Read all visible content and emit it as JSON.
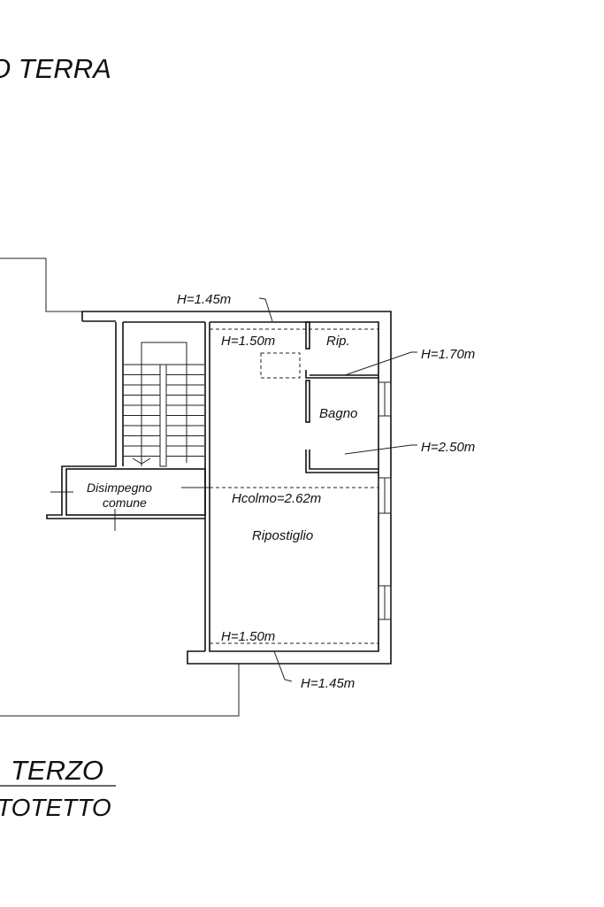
{
  "titles": {
    "top": "O TERRA",
    "floor": "TERZO",
    "subtitle": "TOTETTO"
  },
  "labels": {
    "h_top": "H=1.45m",
    "h_top_inner": "H=1.50m",
    "rip": "Rip.",
    "h_rip": "H=1.70m",
    "bagno": "Bagno",
    "h_bagno": "H=2.50m",
    "disimpegno": "Disimpegno",
    "comune": "comune",
    "hcolmo": "Hcolmo=2.62m",
    "ripostiglio": "Ripostiglio",
    "h_bottom_inner": "H=1.50m",
    "h_bottom": "H=1.45m"
  }
}
